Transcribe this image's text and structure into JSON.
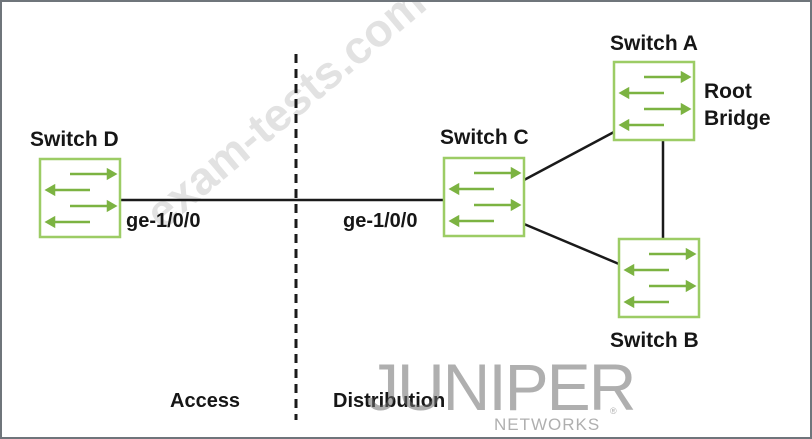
{
  "diagram": {
    "switches": [
      {
        "id": "switch-d",
        "label": "Switch D"
      },
      {
        "id": "switch-c",
        "label": "Switch C"
      },
      {
        "id": "switch-a",
        "label": "Switch A"
      },
      {
        "id": "switch-b",
        "label": "Switch B"
      }
    ],
    "root_bridge_label": [
      "Root",
      "Bridge"
    ],
    "ports": [
      {
        "switch": "switch-d",
        "label": "ge-1/0/0"
      },
      {
        "switch": "switch-c",
        "label": "ge-1/0/0"
      }
    ],
    "links": [
      {
        "from": "switch-d",
        "to": "switch-c"
      },
      {
        "from": "switch-c",
        "to": "switch-a"
      },
      {
        "from": "switch-c",
        "to": "switch-b"
      },
      {
        "from": "switch-a",
        "to": "switch-b"
      }
    ],
    "zones": {
      "left": "Access",
      "right": "Distribution"
    }
  },
  "watermark": "exam-tests.com",
  "logo": {
    "name": "JUNIPER",
    "sub": "NETWORKS",
    "registered": "®"
  },
  "colors": {
    "switch_border": "#9ccc65",
    "arrow": "#7cb342",
    "link": "#1a1a1a",
    "frame": "#6f757b"
  }
}
